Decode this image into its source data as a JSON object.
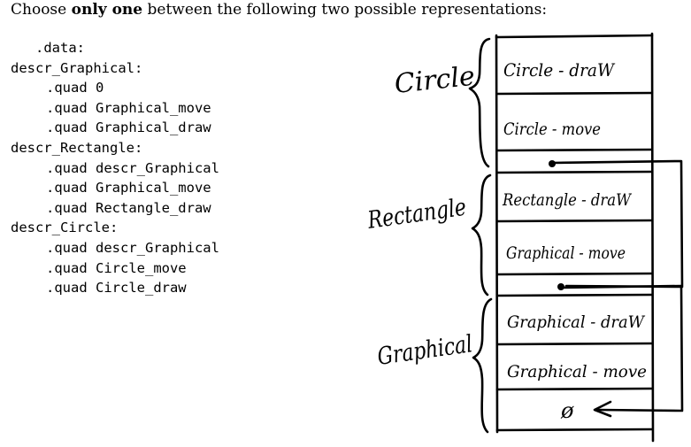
{
  "intro": {
    "prefix": "Choose ",
    "bold": "only one",
    "suffix": " between the following two possible representations:"
  },
  "code_lines": [
    ".data:",
    "descr_Graphical:",
    ".quad 0",
    ".quad Graphical_move",
    ".quad Graphical_draw",
    "descr_Rectangle:",
    ".quad descr_Graphical",
    ".quad Graphical_move",
    ".quad Rectangle_draw",
    "descr_Circle:",
    ".quad descr_Graphical",
    ".quad Circle_move",
    ".quad Circle_draw"
  ],
  "diagram": {
    "groups": {
      "circle": "Circle",
      "rectangle": "Rectangle",
      "graphical": "Graphical"
    },
    "cells": {
      "c1": "Circle - draW",
      "c2": "Circle - move",
      "r1": "Rectangle - draW",
      "r2": "Graphical - move",
      "g1": "Graphical - draW",
      "g2": "Graphical - move",
      "g3": "ø"
    }
  }
}
